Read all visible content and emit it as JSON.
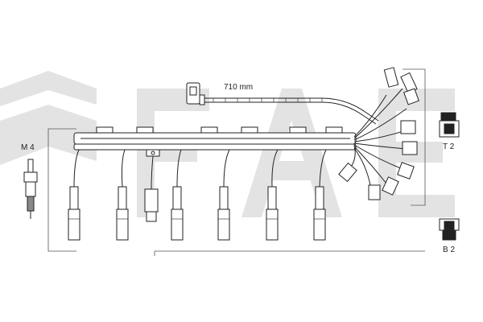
{
  "wiring_set": {
    "cable_length_label": "710 mm",
    "spark_plug_label": "M 4",
    "coil_terminal_top_label": "T 2",
    "coil_terminal_bottom_label": "B 2",
    "watermark_text": "FAE",
    "colors": {
      "line": "#222222",
      "watermark": "#e3e3e3"
    },
    "icons": [
      "spark-plug-icon",
      "coil-terminal-top-icon",
      "coil-terminal-bottom-icon",
      "plug-boot-icon",
      "cable-end-icon"
    ]
  }
}
